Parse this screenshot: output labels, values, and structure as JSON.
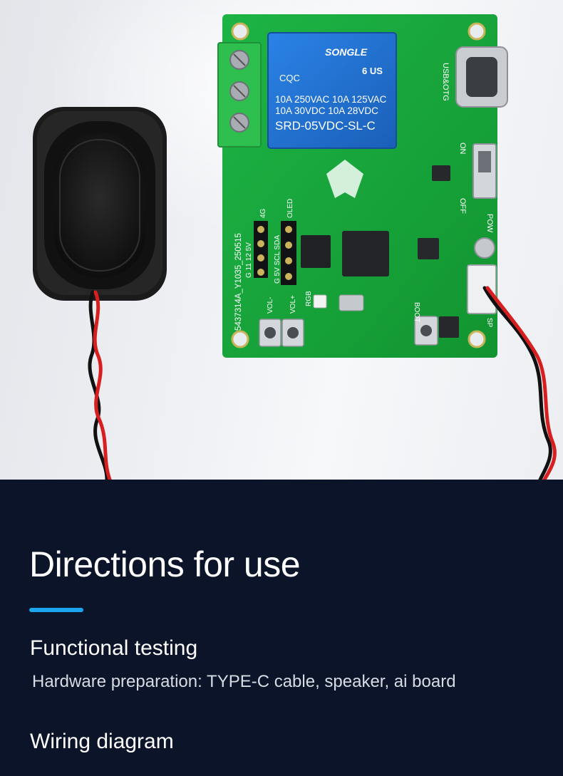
{
  "product_photo": {
    "relay": {
      "brand": "SONGLE",
      "cert_marks": "CQC",
      "ratings_line_1": "10A 250VAC  10A 125VAC",
      "ratings_line_2": "10A  30VDC  10A  28VDC",
      "model": "SRD-05VDC-SL-C",
      "ul_mark": "6 US"
    },
    "board_labels": {
      "usb": "USB&OTG",
      "switch_on": "ON",
      "switch_off": "OFF",
      "power_led": "POW",
      "serial": "5437314A_Y1035_250515",
      "pins_4g": "G 11 12 5V",
      "header_4g": "4G",
      "pins_oled": "G 5V SCL SDA",
      "header_oled": "OLED",
      "rgb": "RGB",
      "vol_minus": "VOL-",
      "vol_plus": "VOL+",
      "boot": "BOOT",
      "speaker": "SP"
    }
  },
  "panel": {
    "headline": "Directions for use",
    "section_1_title": "Functional testing",
    "section_1_body": "Hardware preparation: TYPE-C cable, speaker, ai board",
    "section_2_title": "Wiring diagram"
  },
  "colors": {
    "panel_background": "#0b1428",
    "accent": "#1aa7f0",
    "pcb_green": "#16a33a",
    "relay_blue": "#1f6fd1"
  }
}
